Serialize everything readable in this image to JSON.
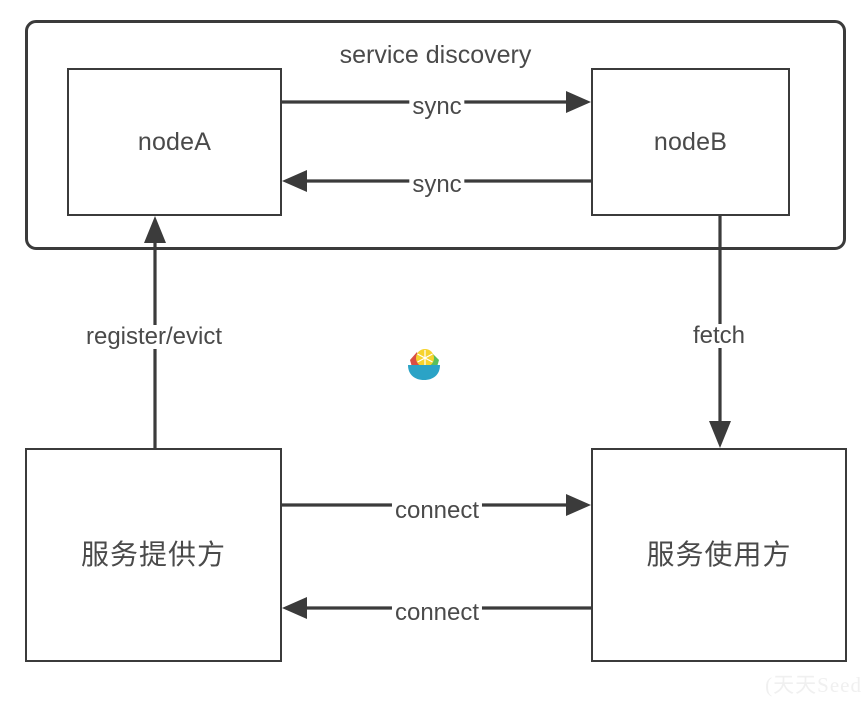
{
  "diagram": {
    "title": "service discovery",
    "container": {
      "label": "service discovery",
      "nodes": [
        {
          "id": "nodeA",
          "label": "nodeA"
        },
        {
          "id": "nodeB",
          "label": "nodeB"
        }
      ]
    },
    "bottom_nodes": [
      {
        "id": "provider",
        "label": "服务提供方"
      },
      {
        "id": "consumer",
        "label": "服务使用方"
      }
    ],
    "edges": [
      {
        "id": "sync-a-to-b",
        "label": "sync",
        "from": "nodeA",
        "to": "nodeB",
        "direction": "right"
      },
      {
        "id": "sync-b-to-a",
        "label": "sync",
        "from": "nodeB",
        "to": "nodeA",
        "direction": "left"
      },
      {
        "id": "register-evict",
        "label": "register/evict",
        "from": "provider",
        "to": "nodeA",
        "direction": "up"
      },
      {
        "id": "fetch",
        "label": "fetch",
        "from": "nodeB",
        "to": "consumer",
        "direction": "down"
      },
      {
        "id": "connect-p-to-c",
        "label": "connect",
        "from": "provider",
        "to": "consumer",
        "direction": "right"
      },
      {
        "id": "connect-c-to-p",
        "label": "connect",
        "from": "consumer",
        "to": "provider",
        "direction": "left"
      }
    ],
    "icon": {
      "name": "fruit-bowl-icon"
    },
    "watermark": {
      "text": "(天天Seed"
    },
    "colors": {
      "stroke": "#3b3b3b",
      "text": "#4a4a4a",
      "background": "#ffffff",
      "icon_bowl": "#2ba3c6",
      "icon_lemon": "#f6d32d",
      "icon_berry": "#d94f45",
      "icon_leaf": "#58bf5c"
    }
  }
}
